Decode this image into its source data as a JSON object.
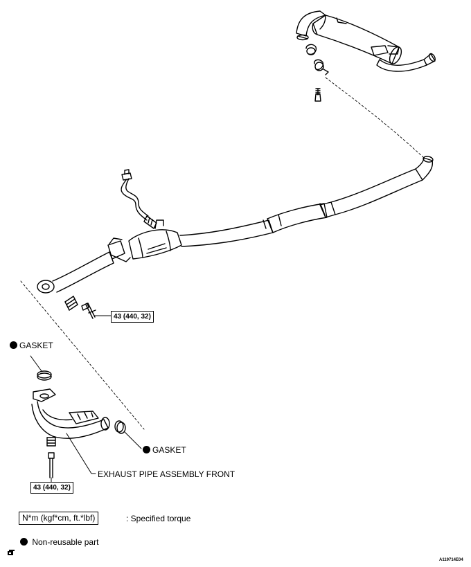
{
  "labels": {
    "gasket_top": "GASKET",
    "gasket_right": "GASKET",
    "exhaust_pipe": "EXHAUST PIPE ASSEMBLY FRONT"
  },
  "torque": {
    "upper": "43 (440, 32)",
    "lower": "43 (440, 32)"
  },
  "legend": {
    "torque_units": "N*m (kgf*cm, ft.*lbf)",
    "torque_desc": ": Specified torque",
    "nonreusable": "Non-reusable part"
  },
  "figure_id": "A119714E04"
}
